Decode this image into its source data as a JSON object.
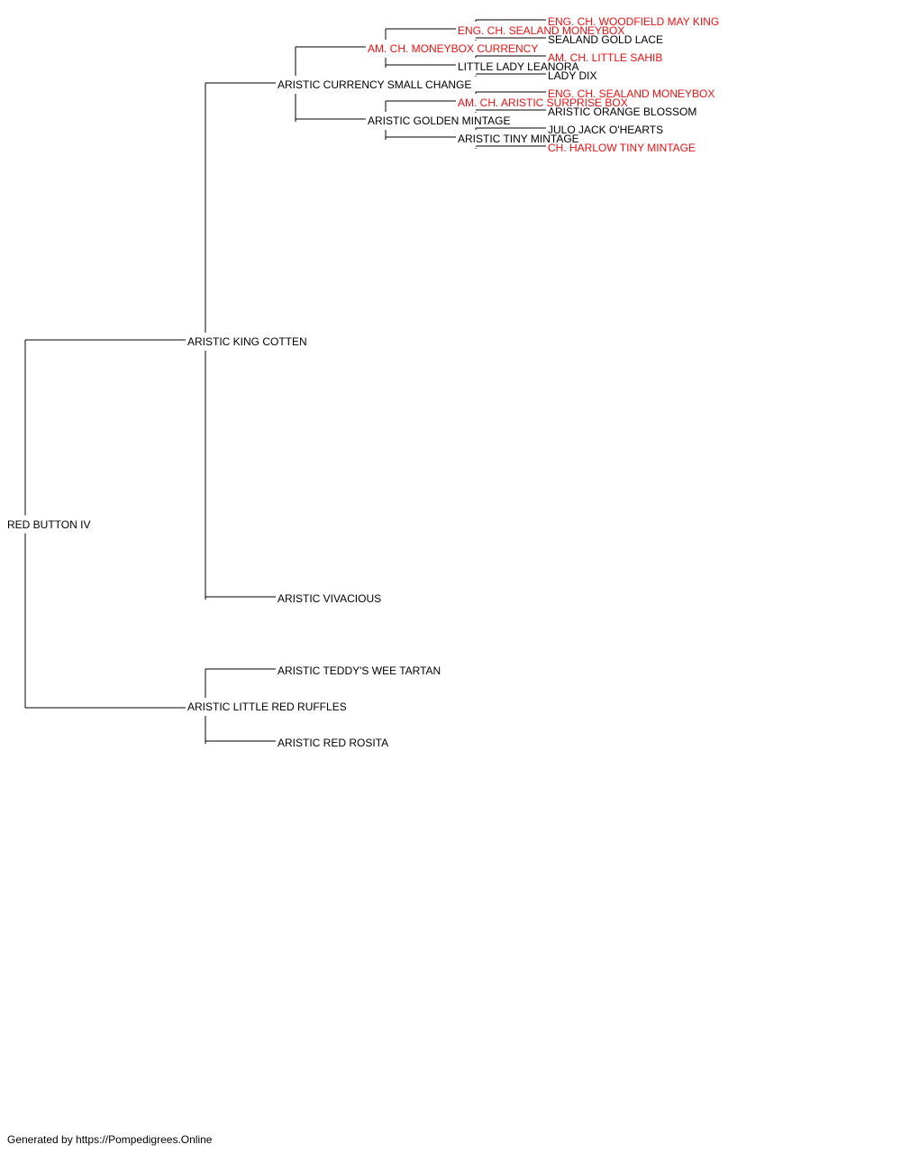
{
  "pedigree": {
    "subject": {
      "name": "RED BUTTON IV",
      "champion": false
    },
    "sire": {
      "name": "ARISTIC KING COTTEN",
      "champion": false,
      "sire": {
        "name": "ARISTIC CURRENCY SMALL CHANGE",
        "champion": false,
        "sire": {
          "name": "AM. CH. MONEYBOX CURRENCY",
          "champion": true,
          "sire": {
            "name": "ENG. CH. SEALAND MONEYBOX",
            "champion": true,
            "sire": {
              "name": "ENG. CH. WOODFIELD MAY KING",
              "champion": true
            },
            "dam": {
              "name": "SEALAND GOLD LACE",
              "champion": false
            }
          },
          "dam": {
            "name": "LITTLE LADY LEANORA",
            "champion": false,
            "sire": {
              "name": "AM. CH. LITTLE SAHIB",
              "champion": true
            },
            "dam": {
              "name": "LADY DIX",
              "champion": false
            }
          }
        },
        "dam": {
          "name": "ARISTIC GOLDEN MINTAGE",
          "champion": false,
          "sire": {
            "name": "AM. CH. ARISTIC SURPRISE BOX",
            "champion": true,
            "sire": {
              "name": "ENG. CH. SEALAND MONEYBOX",
              "champion": true
            },
            "dam": {
              "name": "ARISTIC ORANGE BLOSSOM",
              "champion": false
            }
          },
          "dam": {
            "name": "ARISTIC TINY MINTAGE",
            "champion": false,
            "sire": {
              "name": "JULO JACK O'HEARTS",
              "champion": false
            },
            "dam": {
              "name": "CH. HARLOW TINY MINTAGE",
              "champion": true
            }
          }
        }
      },
      "dam": {
        "name": "ARISTIC VIVACIOUS",
        "champion": false
      }
    },
    "dam": {
      "name": "ARISTIC LITTLE RED RUFFLES",
      "champion": false,
      "sire": {
        "name": "ARISTIC TEDDY'S WEE TARTAN",
        "champion": false
      },
      "dam": {
        "name": "ARISTIC RED ROSITA",
        "champion": false
      }
    }
  },
  "colors": {
    "champion": "#ee1111",
    "normal": "#000000",
    "line": "#000000"
  },
  "footer": {
    "text": "Generated by https://Pompedigrees.Online"
  }
}
